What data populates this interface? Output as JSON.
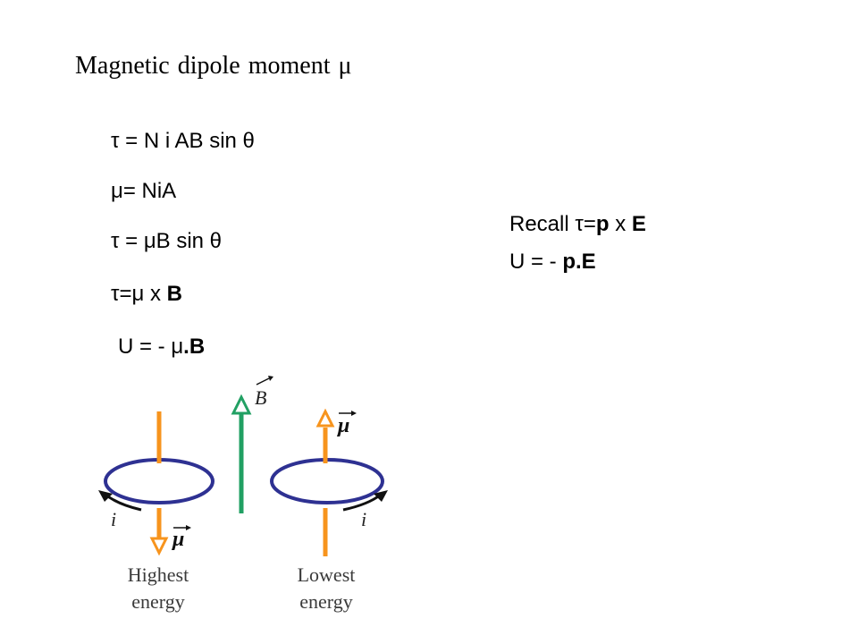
{
  "title": "Magnetic dipole moment μ",
  "equations": {
    "eq1": "τ = N i AB sin θ",
    "eq2": "μ= NiA",
    "eq3": "τ = μB sin θ",
    "eq4_prefix": "τ=μ x ",
    "eq4_bold": "B",
    "eq5_prefix": "U = - μ",
    "eq5_bold": ".B"
  },
  "recall": {
    "line1_prefix": "Recall τ=",
    "line1_bold_p": "p",
    "line1_mid": " x ",
    "line1_bold_e": "E",
    "line2_prefix": "U = - ",
    "line2_bold": "p.E"
  },
  "figure": {
    "field_label": "B",
    "mu_label_left": "μ",
    "mu_label_right": "μ",
    "current_label_left": "i",
    "current_label_right": "i",
    "caption_left_line1": "Highest",
    "caption_left_line2": "energy",
    "caption_right_line1": "Lowest",
    "caption_right_line2": "energy",
    "colors": {
      "dipole": "#F7941D",
      "loop": "#2E3192",
      "field": "#21A063",
      "current_arrow": "#111111"
    }
  }
}
